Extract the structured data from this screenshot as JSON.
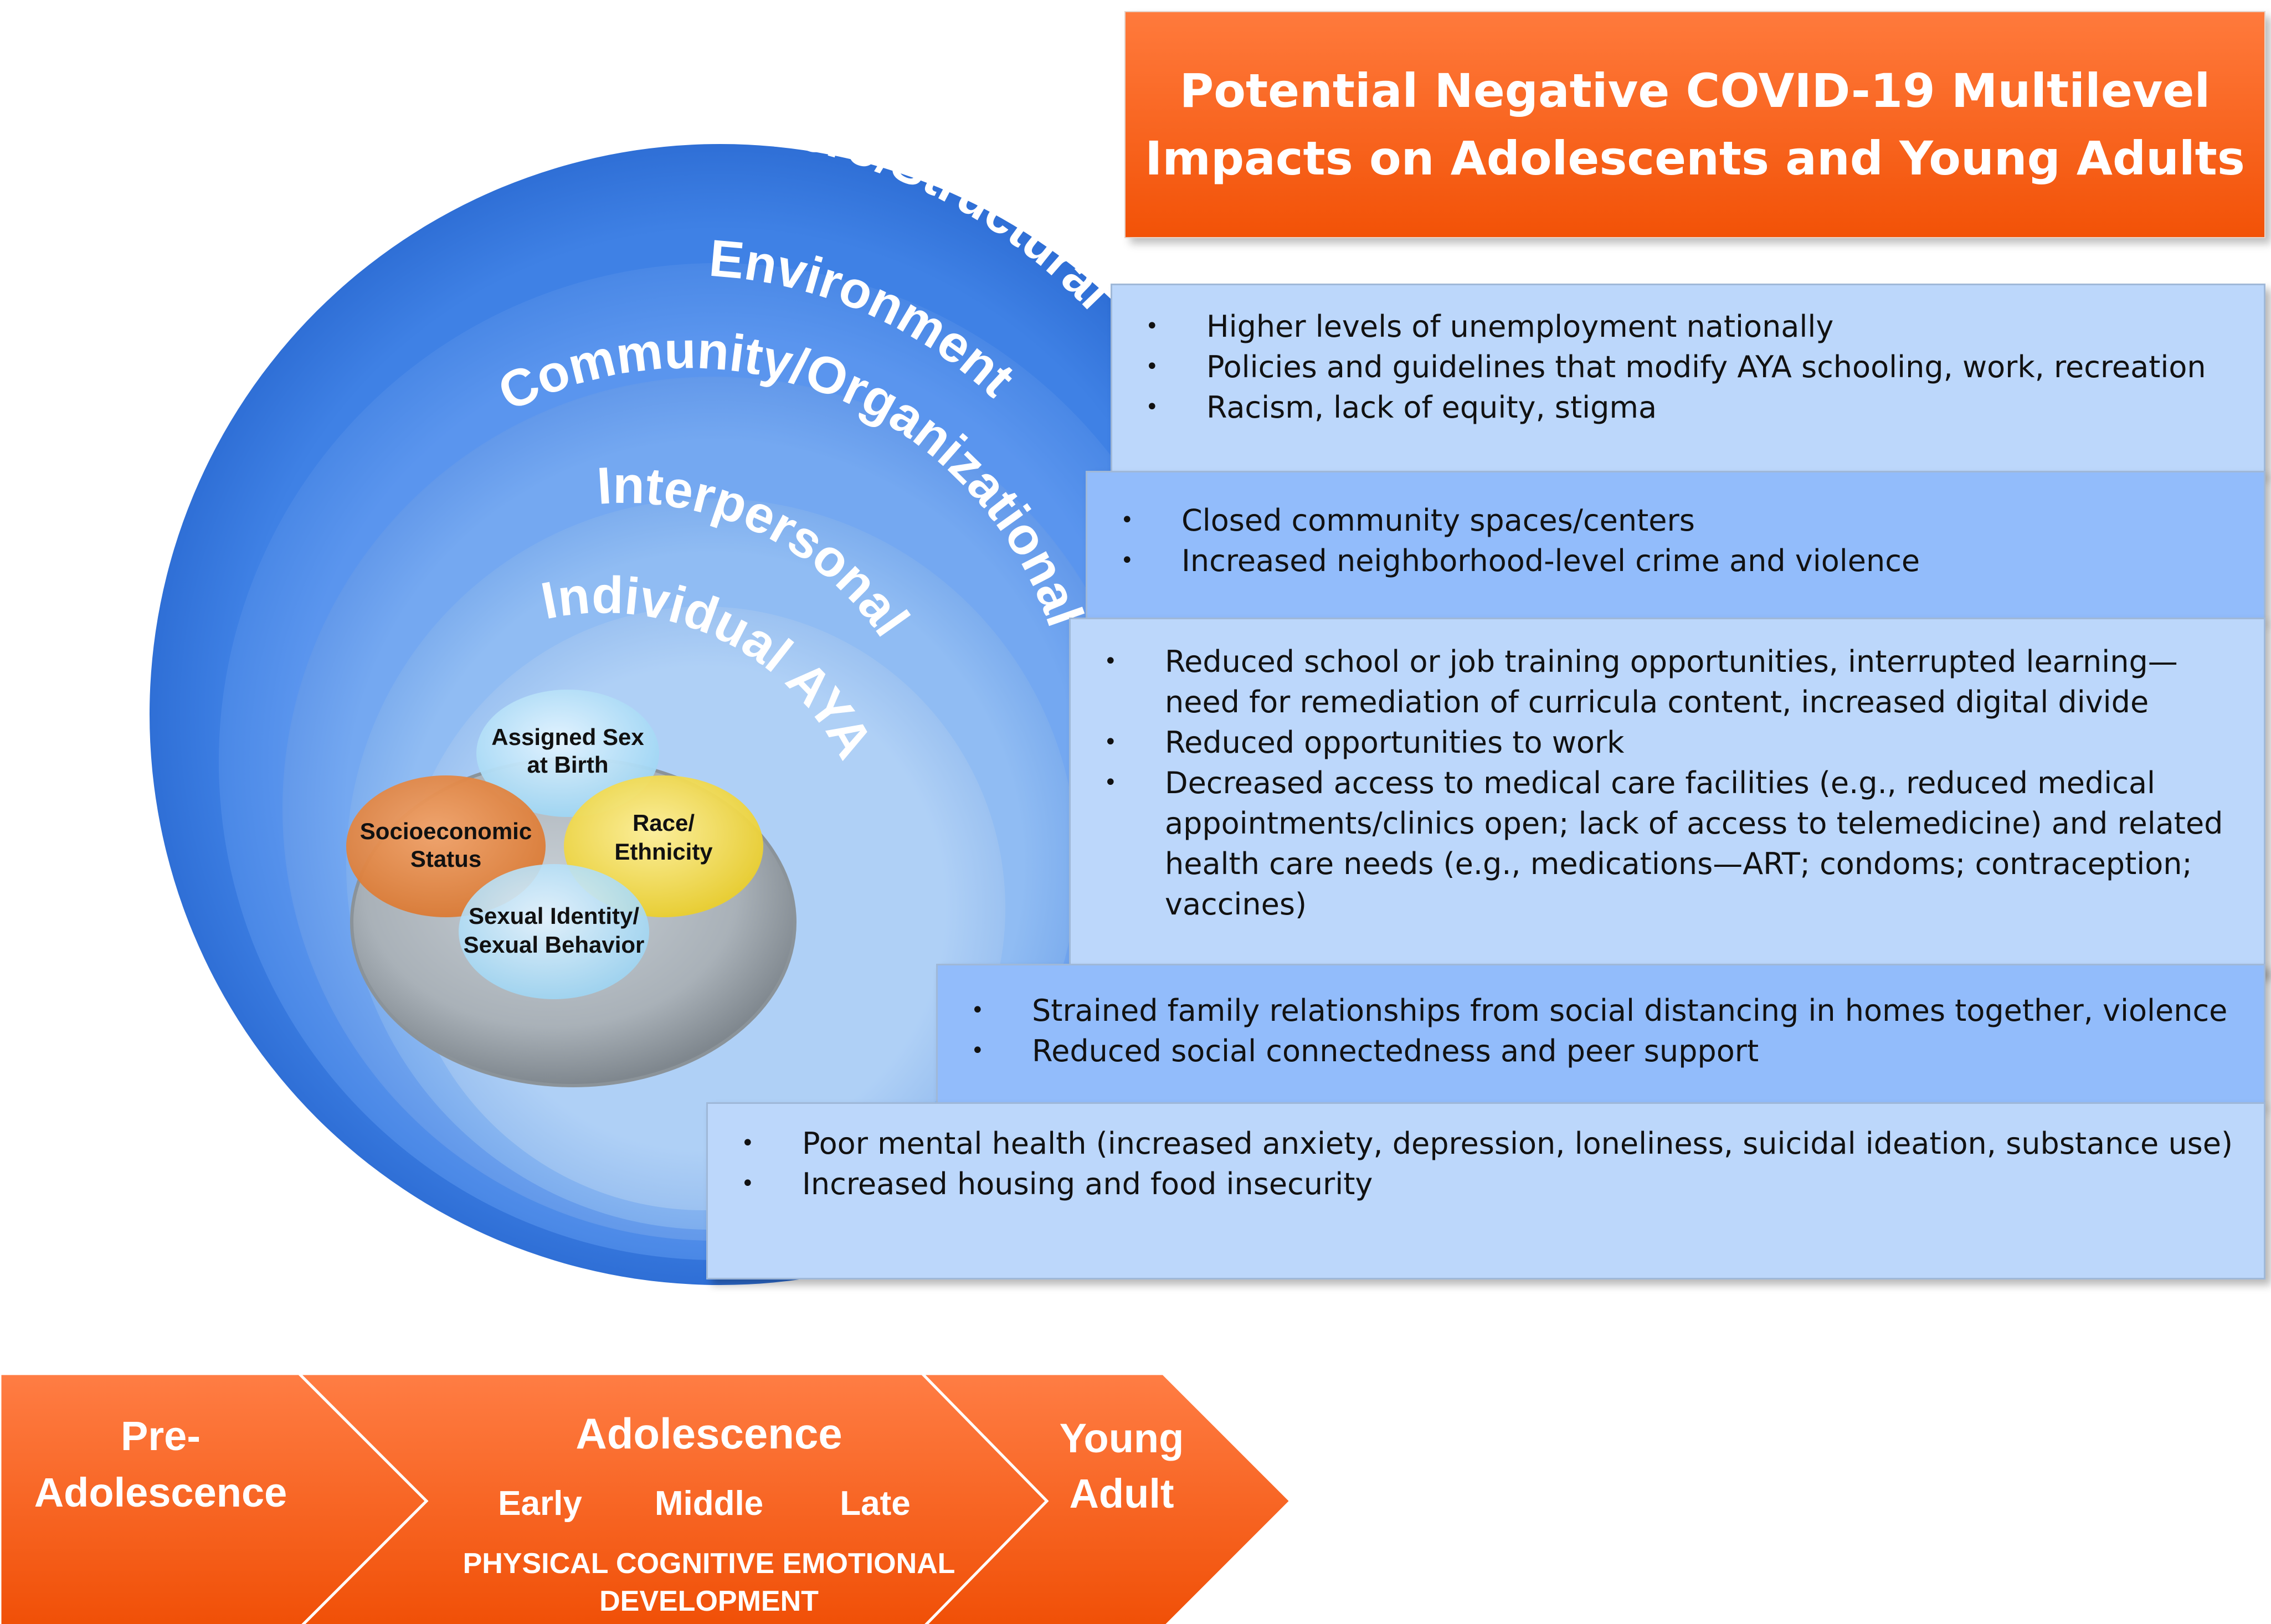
{
  "title": "Potential Negative COVID-19 Multilevel\nImpacts on Adolescents and Young Adults",
  "levels": [
    {
      "label": "Macro/Structural"
    },
    {
      "label": "Environment"
    },
    {
      "label": "Community/Organizational"
    },
    {
      "label": "Interpersonal"
    },
    {
      "label": "Individual AYA"
    }
  ],
  "individual_factors": {
    "assigned_sex": [
      "Assigned Sex",
      "at Birth"
    ],
    "socioeconomic": [
      "Socioeconomic",
      "Status"
    ],
    "race": [
      "Race/",
      "Ethnicity"
    ],
    "sexual_identity": [
      "Sexual Identity/",
      "Sexual Behavior"
    ]
  },
  "impact_boxes": [
    {
      "level": "Macro/Structural",
      "items": [
        "Higher levels of unemployment nationally",
        "Policies and guidelines that modify AYA schooling, work, recreation",
        "Racism, lack of equity, stigma"
      ]
    },
    {
      "level": "Environment",
      "items": [
        "Closed community spaces/centers",
        "Increased neighborhood-level crime and violence"
      ]
    },
    {
      "level": "Community/Organizational",
      "items": [
        "Reduced school or job training opportunities, interrupted learning—need for remediation of curricula content, increased digital divide",
        "Reduced opportunities to work",
        "Decreased access to medical care facilities (e.g., reduced medical appointments/clinics open; lack of access to telemedicine) and related health care needs (e.g., medications—ART; condoms; contraception; vaccines)"
      ]
    },
    {
      "level": "Interpersonal",
      "items": [
        "Strained family relationships from social distancing in homes together, violence",
        "Reduced social connectedness and peer support"
      ]
    },
    {
      "level": "Individual AYA",
      "items": [
        "Poor mental health (increased anxiety, depression, loneliness, suicidal ideation, substance use)",
        "Increased housing and food insecurity"
      ]
    }
  ],
  "timeline": {
    "pre": [
      "Pre-",
      "Adolescence"
    ],
    "adolescence": "Adolescence",
    "stages": [
      "Early",
      "Middle",
      "Late"
    ],
    "development": [
      "PHYSICAL COGNITIVE EMOTIONAL",
      "DEVELOPMENT"
    ],
    "young_adult": [
      "Young",
      "Adult"
    ]
  },
  "colors": {
    "ring1": "#3a7be0",
    "ring2": "#5590ec",
    "ring3": "#6ea3ef",
    "ring4": "#8ab9f2",
    "ring5": "#a9cbf4",
    "box_light": "#bcd7fb",
    "box_mid": "#92bcfb",
    "orange": "#f55a12"
  }
}
